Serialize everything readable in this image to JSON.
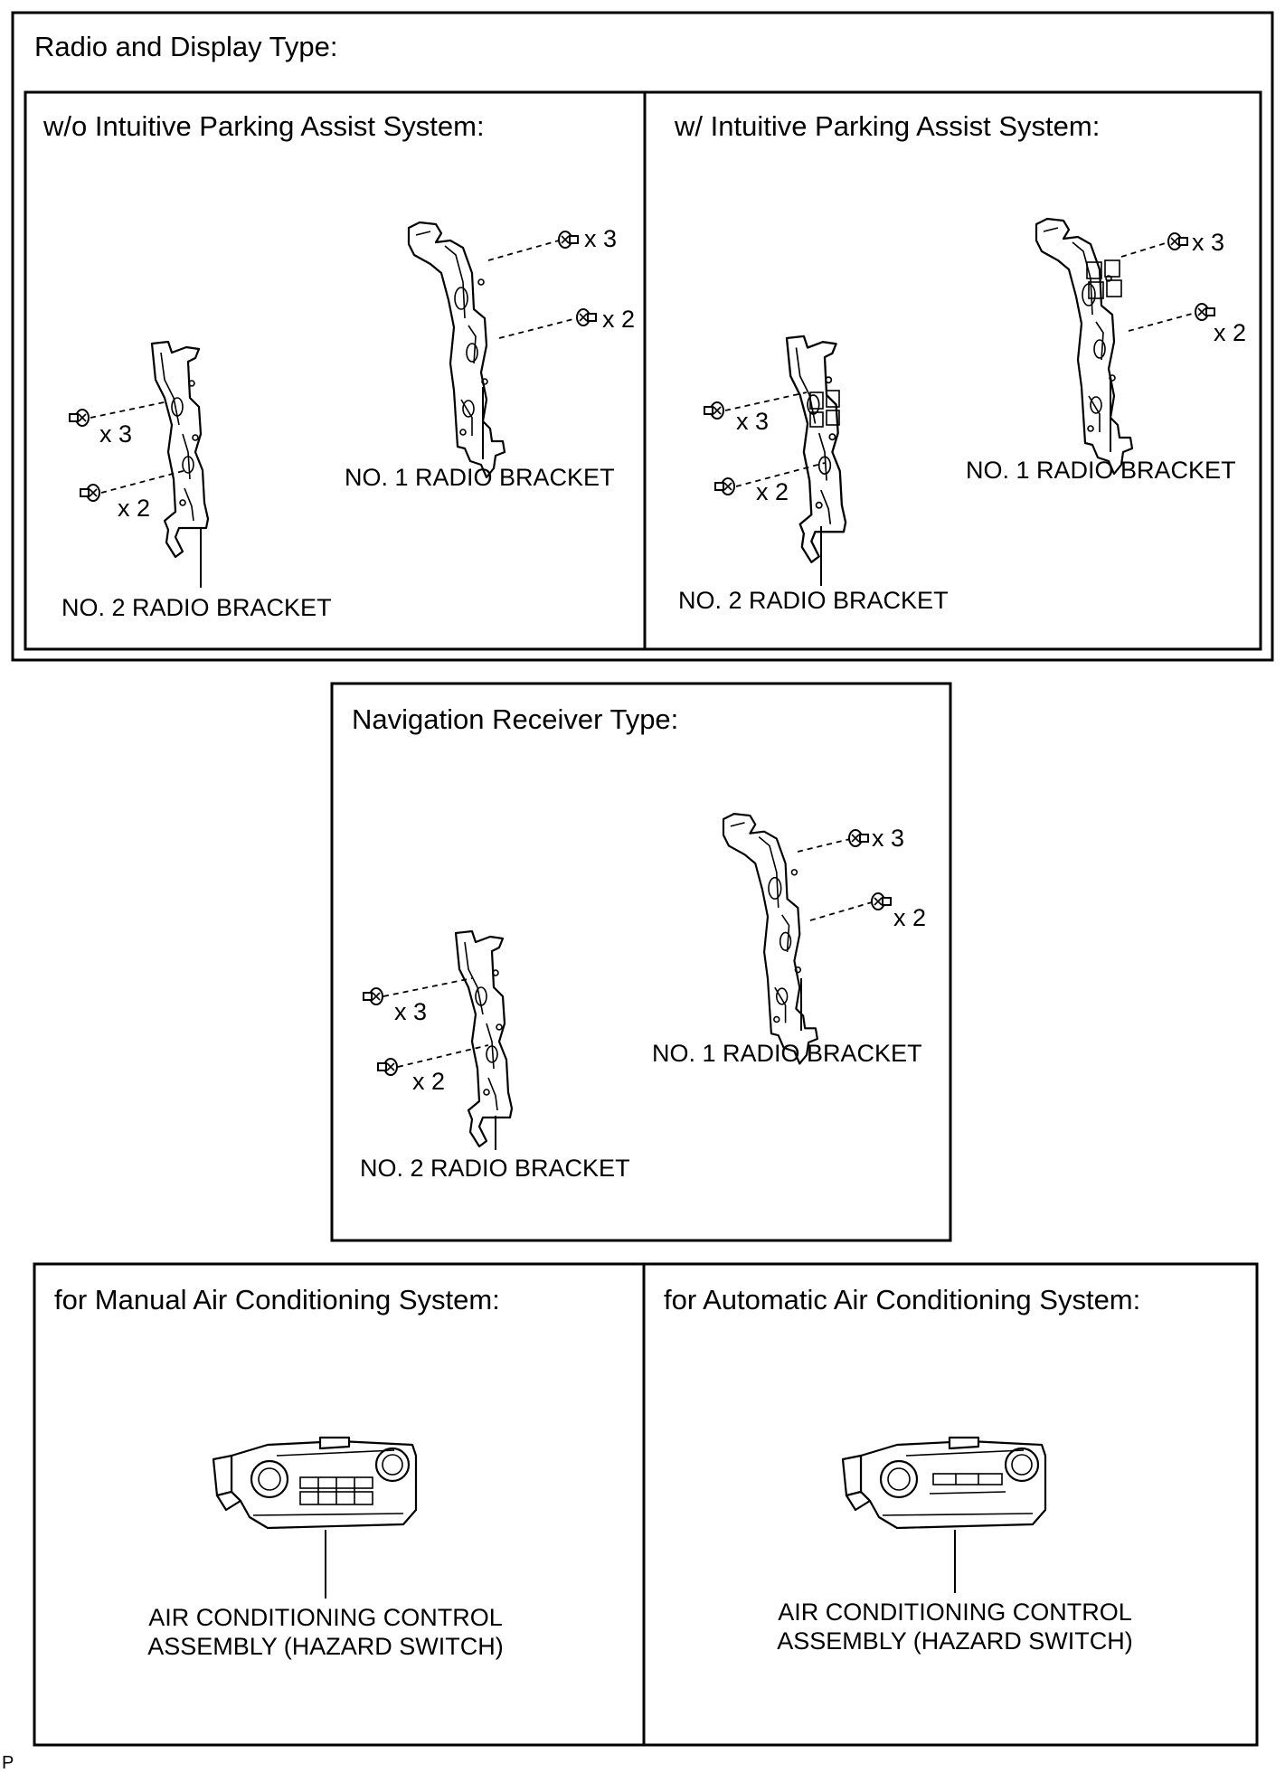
{
  "sections": {
    "radio_display": {
      "title": "Radio and Display Type:",
      "without_ipa": {
        "title": "w/o Intuitive Parking Assist System:",
        "bracket1_label": "NO. 1 RADIO BRACKET",
        "bracket2_label": "NO. 2 RADIO BRACKET",
        "b1_qty_a": "x 3",
        "b1_qty_b": "x 2",
        "b2_qty_a": "x 3",
        "b2_qty_b": "x 2"
      },
      "with_ipa": {
        "title": "w/ Intuitive Parking Assist System:",
        "bracket1_label": "NO. 1 RADIO BRACKET",
        "bracket2_label": "NO. 2 RADIO BRACKET",
        "b1_qty_a": "x 3",
        "b1_qty_b": "x 2",
        "b2_qty_a": "x 3",
        "b2_qty_b": "x 2"
      }
    },
    "navigation": {
      "title": "Navigation Receiver Type:",
      "bracket1_label": "NO. 1 RADIO BRACKET",
      "bracket2_label": "NO. 2 RADIO BRACKET",
      "b1_qty_a": "x 3",
      "b1_qty_b": "x 2",
      "b2_qty_a": "x 3",
      "b2_qty_b": "x 2"
    },
    "manual_ac": {
      "title": "for Manual Air Conditioning System:",
      "label_line1": "AIR CONDITIONING CONTROL",
      "label_line2": "ASSEMBLY (HAZARD SWITCH)"
    },
    "auto_ac": {
      "title": "for Automatic Air Conditioning System:",
      "label_line1": "AIR CONDITIONING CONTROL",
      "label_line2": "ASSEMBLY (HAZARD SWITCH)"
    }
  },
  "corner_mark": "P"
}
